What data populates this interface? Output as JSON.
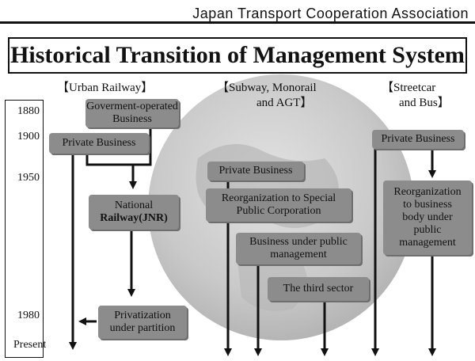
{
  "header": {
    "organization": "Japan Transport Cooperation Association"
  },
  "title": "Historical Transition of Management System",
  "timeline": [
    "1880",
    "1900",
    "1950",
    "1980",
    "Present"
  ],
  "columns": {
    "urban": "【Urban Railway】",
    "subway_line1": "【Subway, Monorail",
    "subway_line2": "and AGT】",
    "streetcar_line1": "【Streetcar",
    "streetcar_line2": "and Bus】"
  },
  "boxes": {
    "gov_line1": "Goverment-operated",
    "gov_line2": "Business",
    "private_urban": "Private Business",
    "national_line1": "National",
    "national_line2": "Railway(JNR)",
    "privatization_line1": "Privatization",
    "privatization_line2": "under partition",
    "private_subway": "Private Business",
    "reorg_line1": "Reorganization to Special",
    "reorg_line2": "Public Corporation",
    "public_line1": "Business under public",
    "public_line2": "management",
    "third_sector": "The third sector",
    "private_street": "Private Business",
    "reorg_bus_line1": "Reorganization",
    "reorg_bus_line2": "to business",
    "reorg_bus_line3": "body under",
    "reorg_bus_line4": "public",
    "reorg_bus_line5": "management"
  },
  "colors": {
    "box": "#8c8c8c",
    "globe": "#cfcfcf",
    "arrow": "#111111"
  }
}
